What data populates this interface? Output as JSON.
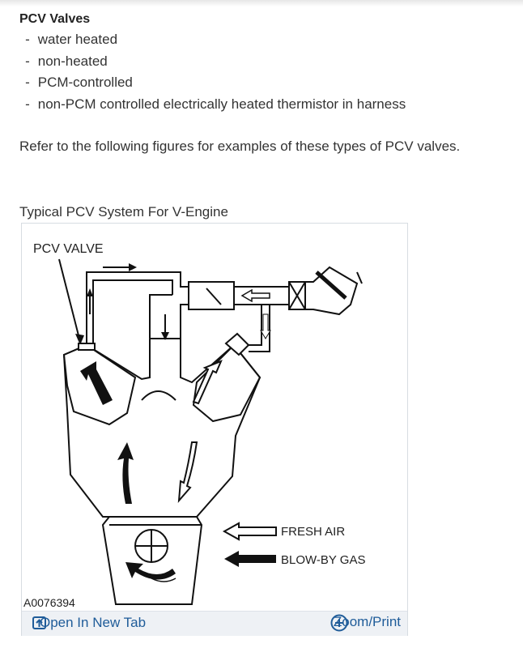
{
  "section": {
    "title": "PCV Valves",
    "items": [
      "water heated",
      "non-heated",
      "PCM-controlled",
      "non-PCM controlled electrically heated thermistor in harness"
    ],
    "bullet": "-",
    "refer_text": "Refer to the following figures for examples of these types of PCV valves."
  },
  "figure": {
    "caption": "Typical PCV System For V-Engine",
    "labels": {
      "pcv_valve": "PCV VALVE",
      "fresh_air": "FRESH AIR",
      "blow_by_gas": "BLOW-BY GAS"
    },
    "figure_id": "A0076394",
    "toolbar": {
      "open_label": "Open In New Tab",
      "open_icon": "open-new-tab-icon",
      "zoom_label": "Zoom/Print",
      "zoom_icon": "plus-circle-icon"
    }
  },
  "colors": {
    "link": "#1f5c99",
    "toolbar_bg": "#eef1f5",
    "text": "#333333"
  }
}
